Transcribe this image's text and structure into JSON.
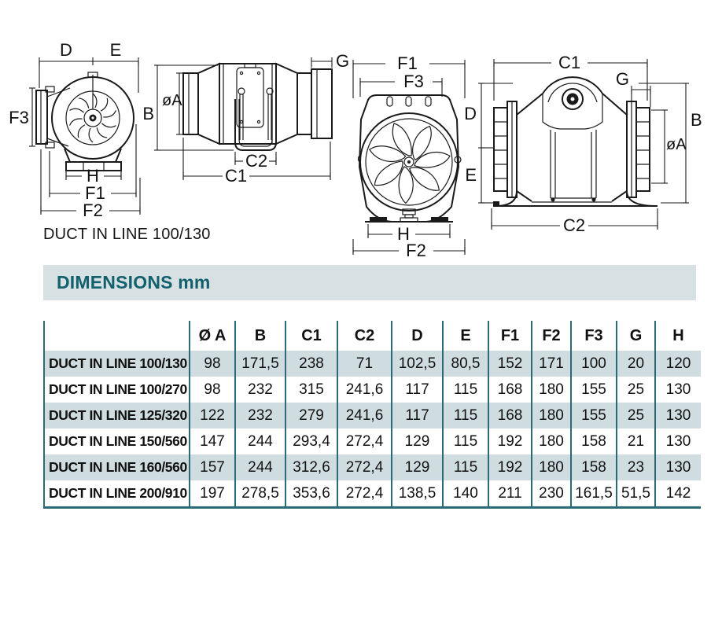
{
  "drawings": {
    "caption": "DUCT IN LINE 100/130",
    "dim_labels": {
      "d": "D",
      "e": "E",
      "f1": "F1",
      "f2": "F2",
      "f3": "F3",
      "h": "H",
      "dia_a": "øA",
      "b": "B",
      "g": "G",
      "c1": "C1",
      "c2": "C2"
    }
  },
  "section_header": {
    "title": "DIMENSIONS mm"
  },
  "table": {
    "columns": [
      "Ø A",
      "B",
      "C1",
      "C2",
      "D",
      "E",
      "F1",
      "F2",
      "F3",
      "G",
      "H"
    ],
    "rows": [
      {
        "label": "DUCT IN LINE 100/130",
        "values": [
          "98",
          "171,5",
          "238",
          "71",
          "102,5",
          "80,5",
          "152",
          "171",
          "100",
          "20",
          "120"
        ]
      },
      {
        "label": "DUCT IN LINE 100/270",
        "values": [
          "98",
          "232",
          "315",
          "241,6",
          "117",
          "115",
          "168",
          "180",
          "155",
          "25",
          "130"
        ]
      },
      {
        "label": "DUCT IN LINE 125/320",
        "values": [
          "122",
          "232",
          "279",
          "241,6",
          "117",
          "115",
          "168",
          "180",
          "155",
          "25",
          "130"
        ]
      },
      {
        "label": "DUCT IN LINE 150/560",
        "values": [
          "147",
          "244",
          "293,4",
          "272,4",
          "129",
          "115",
          "192",
          "180",
          "158",
          "21",
          "130"
        ]
      },
      {
        "label": "DUCT IN LINE 160/560",
        "values": [
          "157",
          "244",
          "312,6",
          "272,4",
          "129",
          "115",
          "192",
          "180",
          "158",
          "23",
          "130"
        ]
      },
      {
        "label": "DUCT IN LINE 200/910",
        "values": [
          "197",
          "278,5",
          "353,6",
          "272,4",
          "138,5",
          "140",
          "211",
          "230",
          "161,5",
          "51,5",
          "142"
        ]
      }
    ]
  },
  "colors": {
    "accent_teal": "#12606d",
    "bar_background": "#d7e0e3",
    "row_shade": "#cfdce0",
    "grid_line": "#2a6b76",
    "ink": "#1a1a1a"
  }
}
